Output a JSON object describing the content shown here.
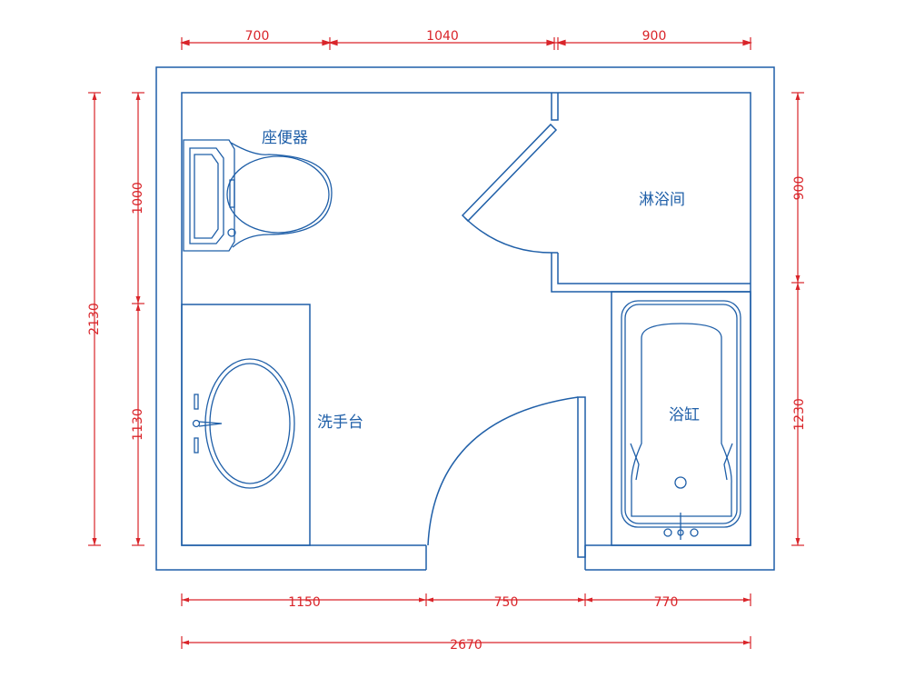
{
  "diagram": {
    "dims_top": [
      "700",
      "1040",
      "900"
    ],
    "dims_bottom": [
      "1150",
      "750",
      "770"
    ],
    "dim_bottom_total": "2670",
    "dims_left": [
      "1000",
      "1130"
    ],
    "dim_left_total": "2130",
    "dims_right": [
      "900",
      "1230"
    ],
    "rooms": {
      "toilet": "座便器",
      "shower": "淋浴间",
      "sink": "洗手台",
      "bathtub": "浴缸"
    },
    "colors": {
      "walls": "#1f5fa8",
      "dimensions": "#d9252a",
      "background": "#ffffff"
    }
  }
}
